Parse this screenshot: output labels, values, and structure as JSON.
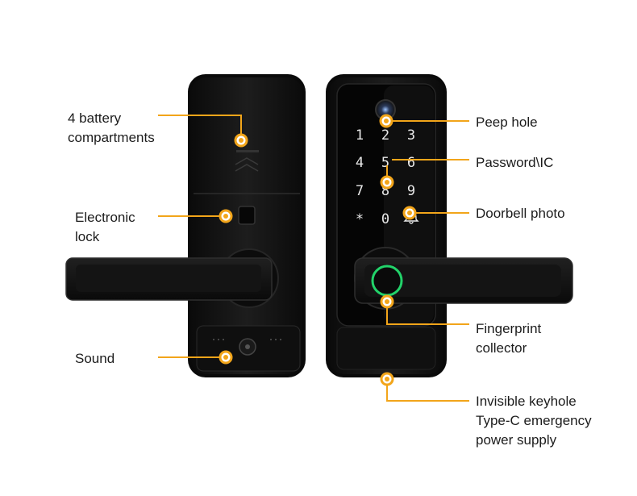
{
  "callouts": {
    "battery": "4 battery\ncompartments",
    "electronic_lock": "Electronic\nlock",
    "sound": "Sound",
    "peep_hole": "Peep hole",
    "password_ic": "Password\\IC",
    "doorbell_photo": "Doorbell photo",
    "fingerprint": "Fingerprint\ncollector",
    "keyhole": "Invisible keyhole\nType-C emergency\npower supply"
  },
  "keypad": {
    "keys": [
      "1",
      "2",
      "3",
      "4",
      "5",
      "6",
      "7",
      "8",
      "9",
      "*",
      "0",
      "bell-icon"
    ]
  },
  "colors": {
    "accent": "#f2a51a",
    "lock_body": "#121212",
    "line": "#f2a51a",
    "fingerprint_ring": "#22d36a"
  }
}
